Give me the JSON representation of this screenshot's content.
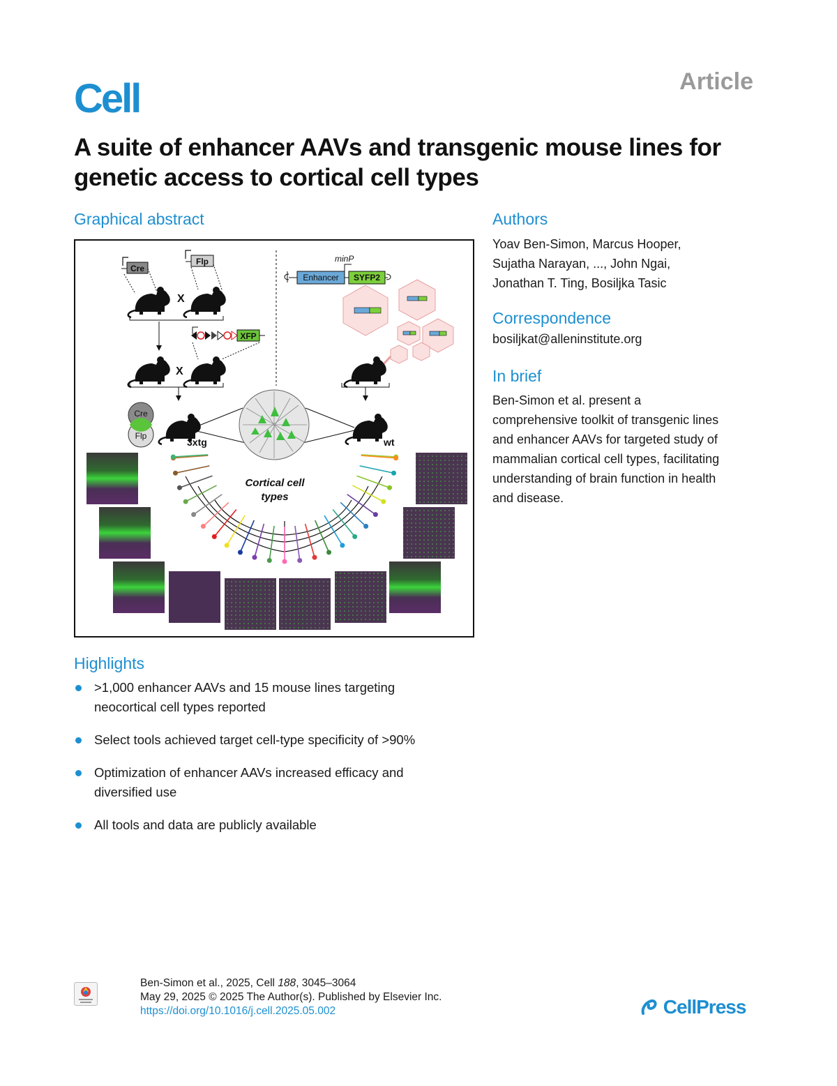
{
  "header": {
    "journal": "Cell",
    "article_type": "Article"
  },
  "title": "A suite of enhancer AAVs and transgenic mouse lines for genetic access to cortical cell types",
  "graphical_abstract": {
    "heading": "Graphical abstract",
    "labels": {
      "cre": "Cre",
      "flp": "Flp",
      "cross": "X",
      "xfp": "XFP",
      "minp": "minP",
      "enhancer": "Enhancer",
      "sfp": "SYFP2",
      "venn_cre": "Cre",
      "venn_flp": "Flp",
      "mouse_3xtg": "3xtg",
      "mouse_wt": "wt",
      "tree_label_1": "Cortical cell",
      "tree_label_2": "types"
    },
    "leaf_colors": [
      "#9ccc3c",
      "#ff8c1a",
      "#1aa3b0",
      "#8ac42a",
      "#d4e021",
      "#6b3fa0",
      "#2f7fc1",
      "#2aaa8a",
      "#1f9fd6",
      "#3a8a3a",
      "#e23a3a",
      "#8a5ab4",
      "#ff69b4",
      "#4b9b4b",
      "#7b3fb0",
      "#1a3aa0",
      "#f0e020",
      "#e02020",
      "#ff7f7f",
      "#888888",
      "#6aa84f",
      "#555555",
      "#8b5a2b",
      "#b87333",
      "#3cb371"
    ]
  },
  "authors": {
    "heading": "Authors",
    "lines": [
      "Yoav Ben-Simon, Marcus Hooper,",
      "Sujatha Narayan, ..., John Ngai,",
      "Jonathan T. Ting, Bosiljka Tasic"
    ]
  },
  "correspondence": {
    "heading": "Correspondence",
    "email": "bosiljkat@alleninstitute.org"
  },
  "in_brief": {
    "heading": "In brief",
    "lines": [
      "Ben-Simon et al. present a",
      "comprehensive toolkit of transgenic lines",
      "and enhancer AAVs for targeted study of",
      "mammalian cortical cell types, facilitating",
      "understanding of brain function in health",
      "and disease."
    ]
  },
  "highlights": {
    "heading": "Highlights",
    "items": [
      {
        "l1": ">1,000 enhancer AAVs and 15 mouse lines targeting",
        "l2": "neocortical cell types reported"
      },
      {
        "l1": "Select tools achieved target cell-type specificity of >90%",
        "l2": ""
      },
      {
        "l1": "Optimization of enhancer AAVs increased efficacy and",
        "l2": "diversified use"
      },
      {
        "l1": "All tools and data are publicly available",
        "l2": ""
      }
    ]
  },
  "citation": {
    "line1_prefix": "Ben-Simon et al., 2025, Cell ",
    "volume": "188",
    "pages": ", 3045–3064",
    "line2": "May 29, 2025 © 2025 The Author(s). Published by Elsevier Inc.",
    "doi": "https://doi.org/10.1016/j.cell.2025.05.002"
  },
  "footer": {
    "publisher": "CellPress"
  }
}
